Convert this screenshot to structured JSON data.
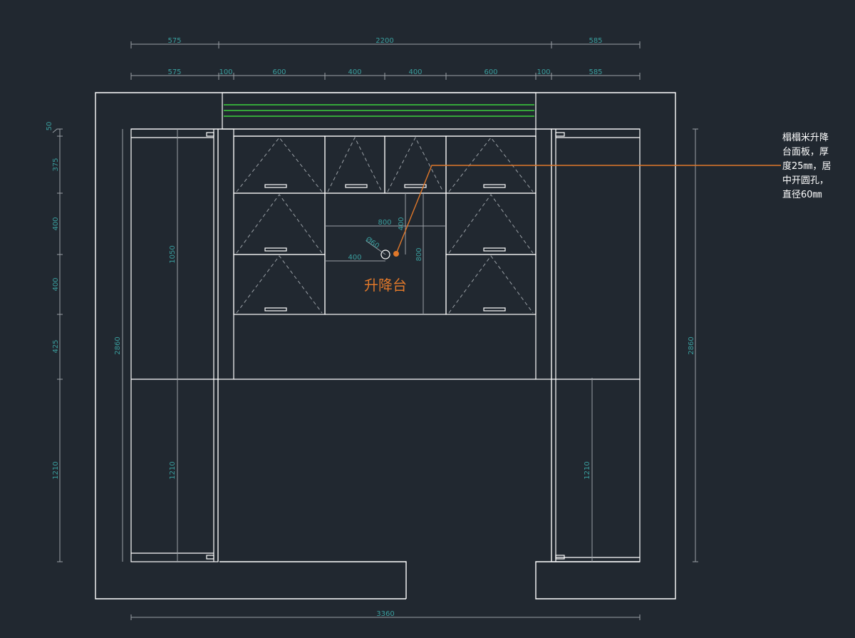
{
  "labels": {
    "lift_table": "升降台",
    "note_lines": [
      "榻榻米升降",
      "台面板，厚",
      "度25㎜，居",
      "中开圆孔，",
      "直径60㎜"
    ]
  },
  "dimensions": {
    "top_overall": [
      "575",
      "2200",
      "585"
    ],
    "top_detail": [
      "575",
      "100",
      "600",
      "400",
      "400",
      "600",
      "100",
      "585"
    ],
    "bottom_total": "3360",
    "left_vertical": [
      "50",
      "375",
      "400",
      "400",
      "425",
      "1210"
    ],
    "left_inner_height": "2860",
    "right_outer_height": "2860",
    "left_cab_upper": "1050",
    "left_cab_lower": "1210",
    "right_cab_lower": "1210",
    "center_800_h": "800",
    "center_400_h": "400",
    "center_800_v": "800",
    "center_400_v": "400",
    "hole_dia": "Ø60"
  },
  "colors": {
    "background": "#212830",
    "line": "#ffffff",
    "dimension": "#3a9e9e",
    "accent": "#e0782a",
    "green_strip": "#3ccf3c"
  }
}
